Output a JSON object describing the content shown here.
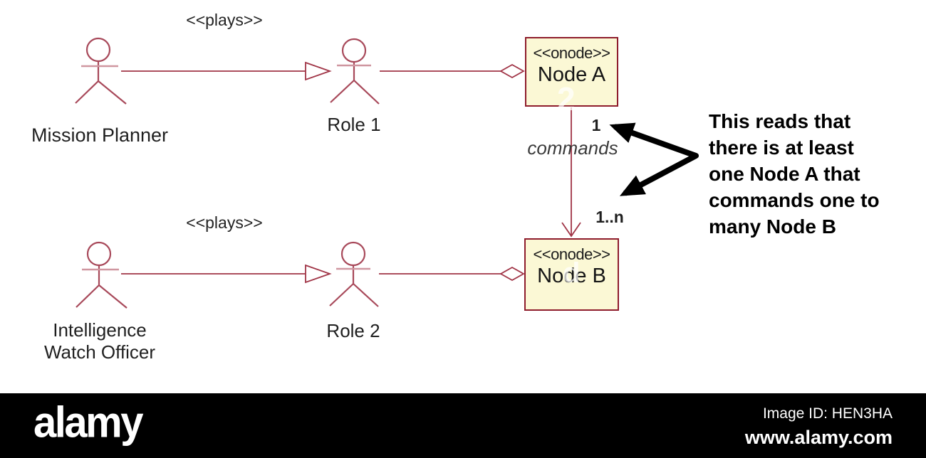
{
  "colors": {
    "line": "#a03446",
    "figure": "#a8495a",
    "figure_light": "#cf96a0",
    "box_fill": "#fbf8d5",
    "box_border": "#8e1c2c",
    "text_dark": "#1f1f1f",
    "text_gray": "#3a3a3a",
    "annotation": "#000000",
    "footer_bg": "#000000",
    "footer_text": "#ffffff"
  },
  "diagram": {
    "plays_top": "<<plays>>",
    "plays_bottom": "<<plays>>",
    "actor_top": "Mission Planner",
    "role_top": "Role 1",
    "actor_bottom": "Intelligence\nWatch Officer",
    "role_bottom": "Role 2",
    "node_a": {
      "stereotype": "<<onode>>",
      "name": "Node A"
    },
    "node_b": {
      "stereotype": "<<onode>>",
      "name": "Node B"
    },
    "association": {
      "name": "commands",
      "source_multiplicity": "1",
      "target_multiplicity": "1..n"
    },
    "annotation": "This reads that\nthere is at least\none Node A that\ncommands one to\nmany Node B",
    "watermark_ghost_a": "2",
    "watermark_ghost_b": "d"
  },
  "footer": {
    "brand": "alamy",
    "image_id": "Image ID: HEN3HA",
    "url": "www.alamy.com"
  }
}
